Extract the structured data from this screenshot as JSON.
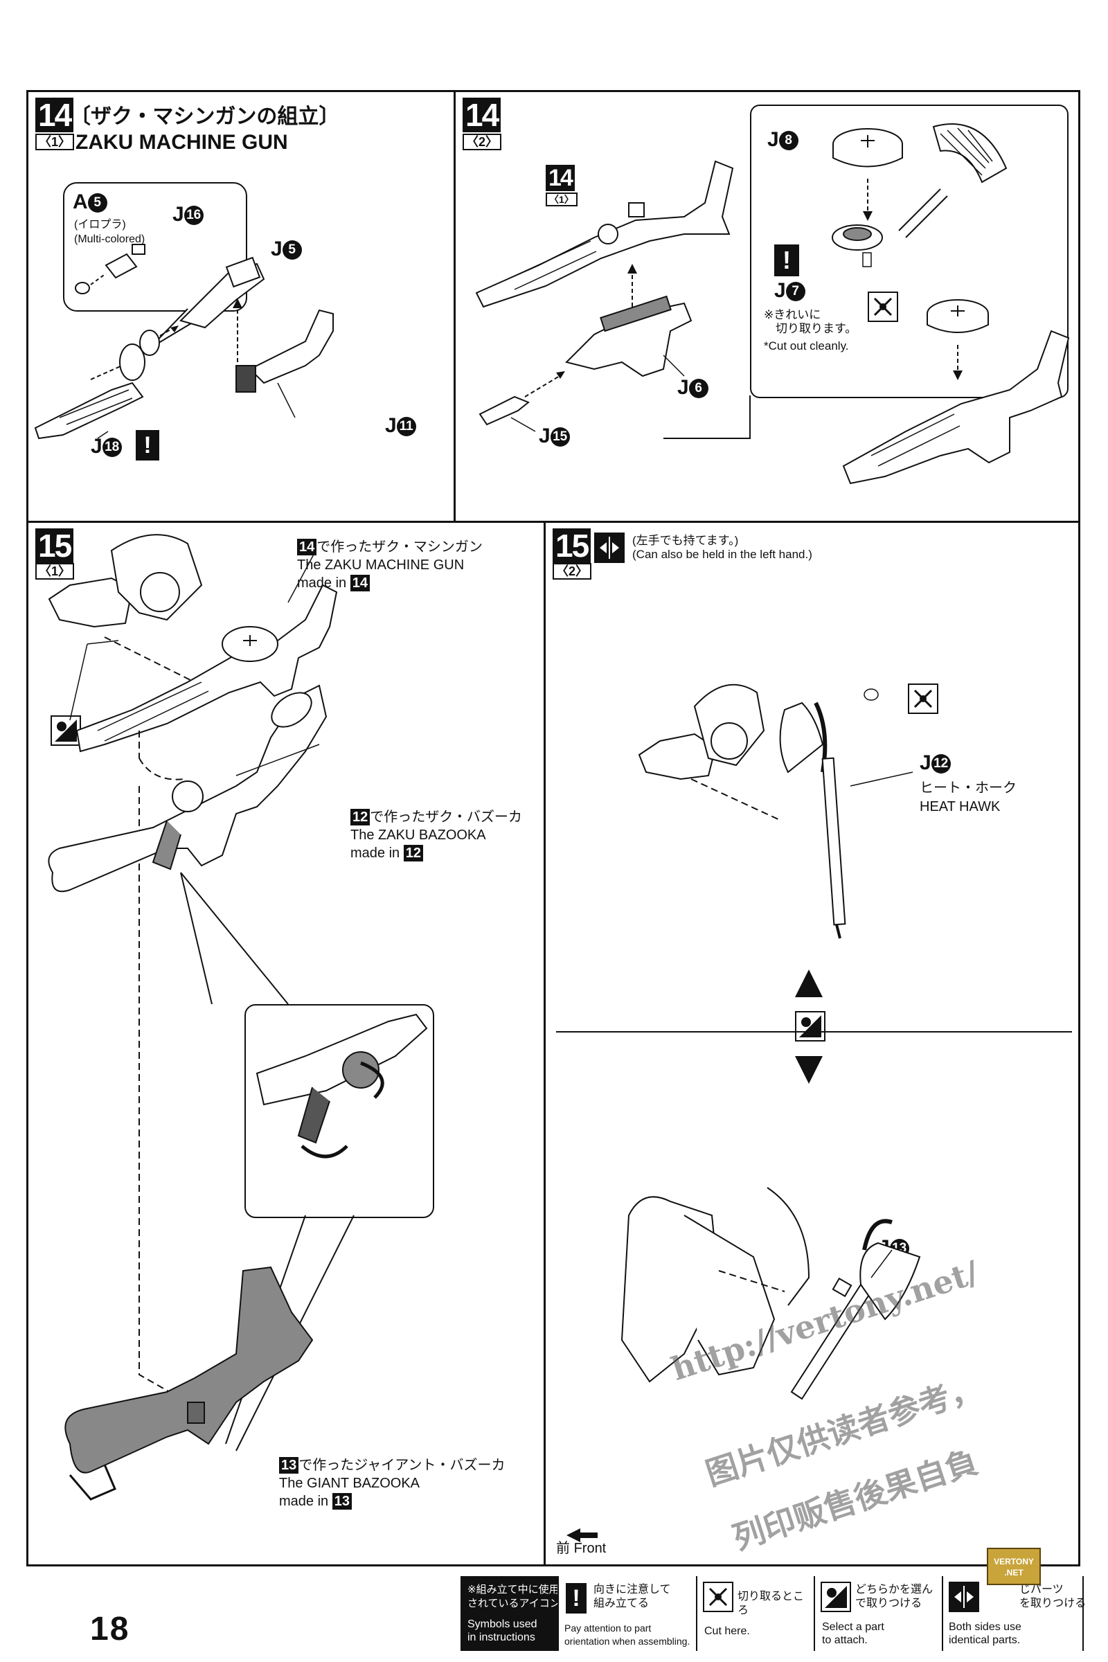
{
  "page_number": "18",
  "step14_1": {
    "step": "14",
    "sub": "〈1〉",
    "title_jp": "〔ザク・マシンガンの組立〕",
    "title_en": "ZAKU MACHINE GUN",
    "parts": {
      "a5": "A",
      "a5_num": "5",
      "a5_jp": "(イロプラ)",
      "a5_en": "(Multi-colored)",
      "j16": "J",
      "j16_num": "16",
      "j5": "J",
      "j5_num": "5",
      "j18": "J",
      "j18_num": "18",
      "j11": "J",
      "j11_num": "11"
    }
  },
  "step14_2": {
    "step": "14",
    "sub": "〈2〉",
    "ref_step": "14",
    "ref_sub": "〈1〉",
    "parts": {
      "j6": "J",
      "j6_num": "6",
      "j15": "J",
      "j15_num": "15",
      "j8": "J",
      "j8_num": "8",
      "j7": "J",
      "j7_num": "7"
    },
    "cut_jp": "※きれいに\n　切り取ります。",
    "cut_en": "*Cut out cleanly."
  },
  "step15_1": {
    "step": "15",
    "sub": "〈1〉",
    "mg_ref_num": "14",
    "mg_jp": "で作ったザク・マシンガン",
    "mg_en1": "The ZAKU MACHINE GUN",
    "mg_en2": "made in",
    "bz_ref_num": "12",
    "bz_jp": "で作ったザク・バズーカ",
    "bz_en1": "The ZAKU BAZOOKA",
    "bz_en2": "made in",
    "gb_ref_num": "13",
    "gb_jp": "で作ったジャイアント・バズーカ",
    "gb_en1": "The GIANT BAZOOKA",
    "gb_en2": "made in"
  },
  "step15_2": {
    "step": "15",
    "sub": "〈2〉",
    "note_jp": "(左手でも持てます。)",
    "note_en": "(Can also be held in the left hand.)",
    "j12": "J",
    "j12_num": "12",
    "heat_hawk_jp": "ヒート・ホーク",
    "heat_hawk_en": "HEAT HAWK",
    "j13": "J",
    "j13_num": "13",
    "front_jp": "前",
    "front_en": "Front"
  },
  "legend": {
    "intro_jp": "※組み立て中に使用\nされているアイコン",
    "intro_en": "Symbols used\nin instructions",
    "attention_jp": "向きに注意して\n組み立てる",
    "attention_en": "Pay attention to part\norientation when assembling.",
    "cut_jp": "切り取るところ",
    "cut_en": "Cut here.",
    "select_jp": "どちらかを選ん\nで取りつける",
    "select_en": "Select a part\nto attach.",
    "both_jp": "じパーツ\nを取りつける",
    "both_en": "Both sides use\nidentical parts."
  },
  "watermark": {
    "url": "http://vertony.net/",
    "line1": "图片仅供读者参考，",
    "line2": "列印贩售後果自負",
    "logo1": "VERTONY",
    "logo2": ".NET"
  }
}
